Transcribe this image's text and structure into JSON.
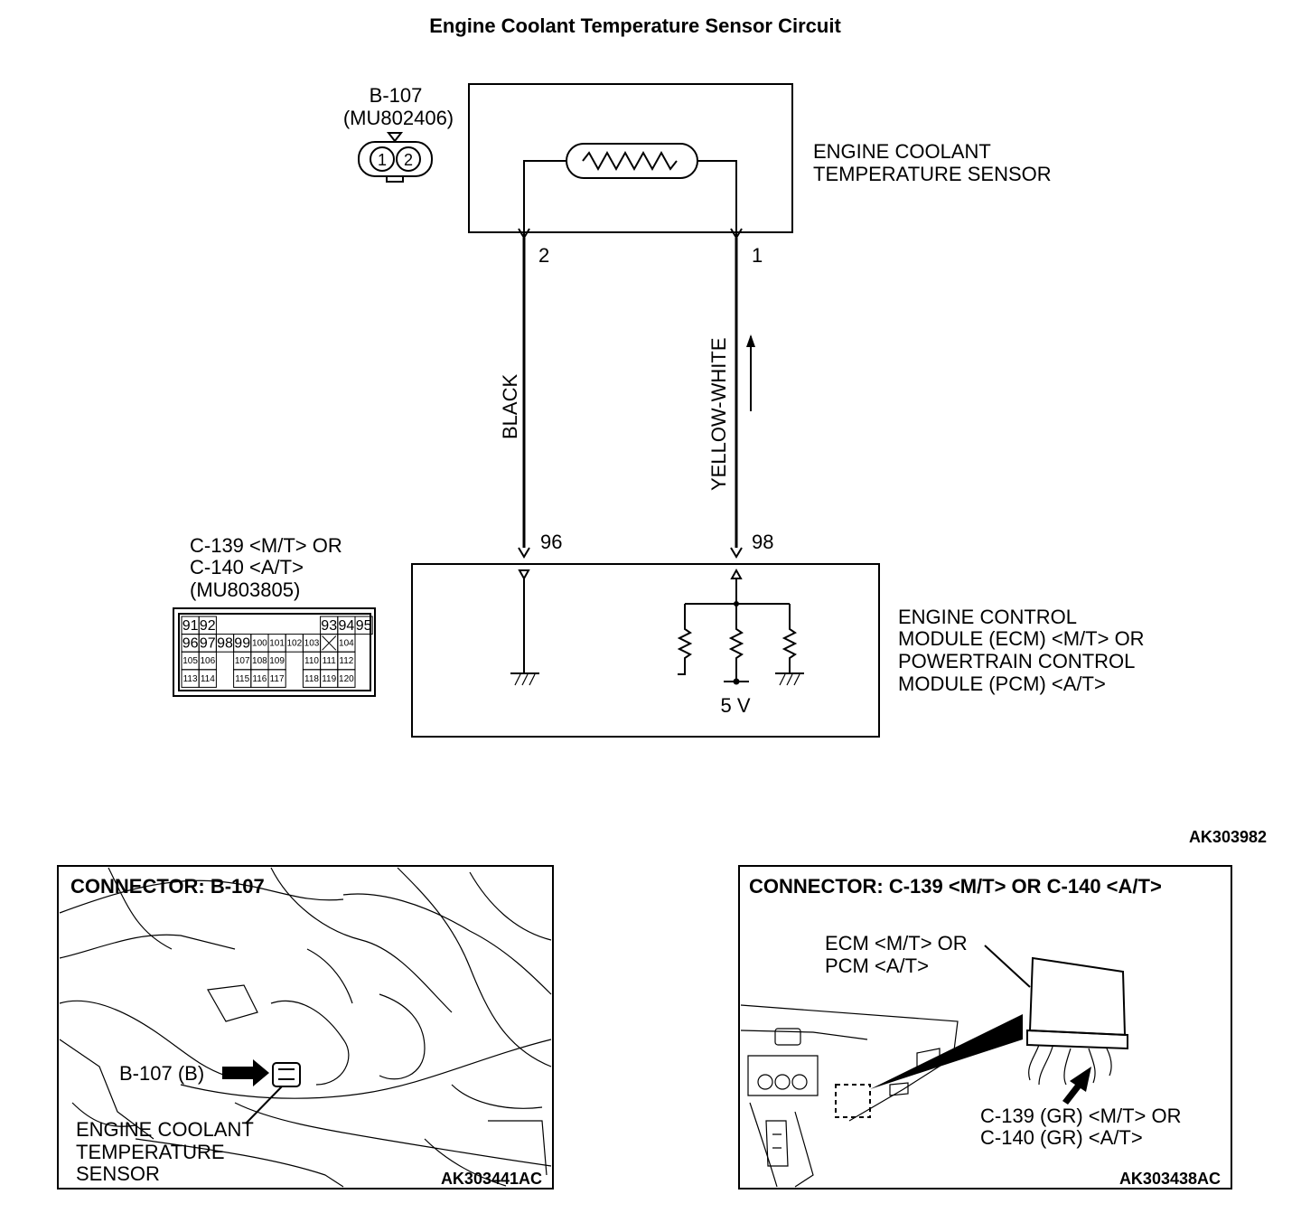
{
  "title": "Engine Coolant Temperature Sensor Circuit",
  "sensor_connector": {
    "id": "B-107",
    "part_number": "(MU802406)",
    "pins": [
      "1",
      "2"
    ]
  },
  "sensor_label": [
    "ENGINE COOLANT",
    "TEMPERATURE SENSOR"
  ],
  "terminals": {
    "sensor_left": "2",
    "sensor_right": "1",
    "ecm_left": "96",
    "ecm_right": "98"
  },
  "wires": {
    "left": "BLACK",
    "right": "YELLOW-WHITE"
  },
  "ecm_connector": {
    "lines": [
      "C-139 <M/T> OR",
      "C-140 <A/T>",
      "(MU803805)"
    ],
    "pin_rows": [
      [
        "91",
        "92",
        "",
        "",
        "",
        "",
        "",
        "",
        "93",
        "94",
        "95"
      ],
      [
        "96",
        "97",
        "98",
        "99",
        "100",
        "101",
        "102",
        "103",
        "X",
        "104",
        ""
      ],
      [
        "105",
        "106",
        "",
        "107",
        "108",
        "109",
        "",
        "110",
        "111",
        "112",
        ""
      ],
      [
        "113",
        "114",
        "",
        "115",
        "116",
        "117",
        "",
        "118",
        "119",
        "120",
        ""
      ]
    ]
  },
  "ecm_label": [
    "ENGINE CONTROL",
    "MODULE (ECM) <M/T> OR",
    "POWERTRAIN CONTROL",
    "MODULE (PCM) <A/T>"
  ],
  "voltage_label": "5 V",
  "diagram_code": "AK303982",
  "photo_left": {
    "heading": "CONNECTOR: B-107",
    "callout": "B-107 (B)",
    "sensor_label": [
      "ENGINE COOLANT",
      "TEMPERATURE",
      "SENSOR"
    ],
    "code": "AK303441AC"
  },
  "photo_right": {
    "heading": "CONNECTOR: C-139 <M/T> OR C-140 <A/T>",
    "module_label": [
      "ECM <M/T> OR",
      "PCM <A/T>"
    ],
    "connector_label": [
      "C-139 (GR) <M/T> OR",
      "C-140 (GR) <A/T>"
    ],
    "code": "AK303438AC"
  }
}
